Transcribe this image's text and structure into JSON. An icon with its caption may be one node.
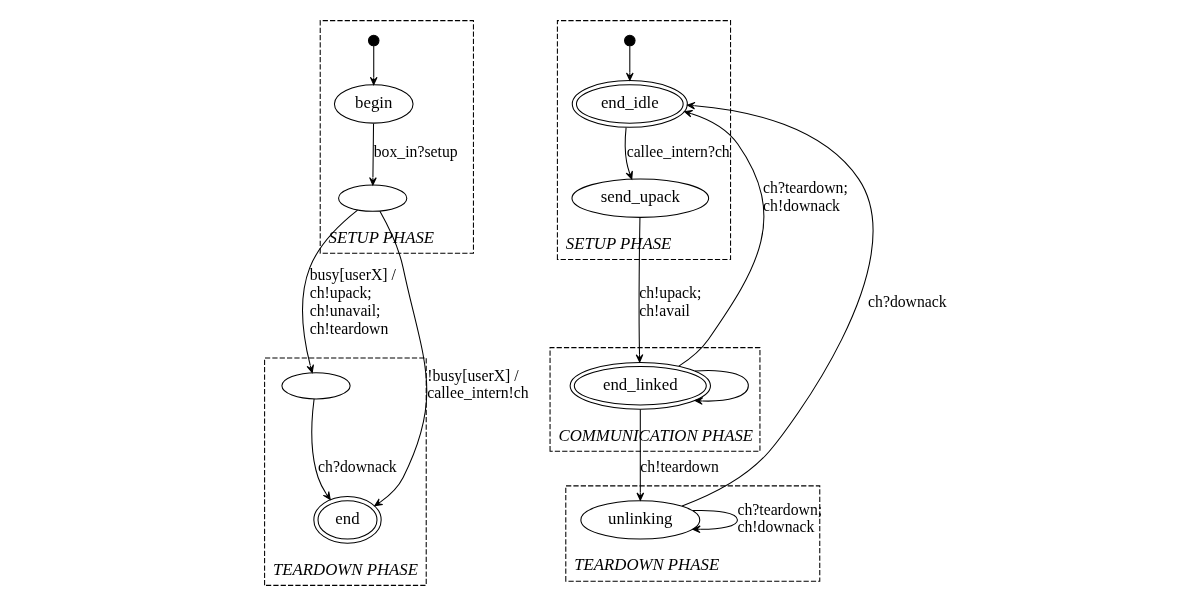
{
  "diagram": {
    "nodes": [
      {
        "text": [
          "SETUP PHASE"
        ]
      },
      {
        "text": [],
        "shape": "circle",
        "in": 0
      },
      {
        "text": [
          "begin"
        ],
        "in": 0
      },
      {
        "text": [],
        "shape": "ellipse",
        "in": 0
      },
      {
        "text": [
          "TEARDOWN PHASE"
        ]
      },
      {
        "text": [],
        "shape": "ellipse",
        "in": 4
      },
      {
        "text": [
          "end"
        ],
        "in": 4
      },
      {
        "text": [
          "SETUP PHASE"
        ]
      },
      {
        "text": [],
        "shape": "circle",
        "in": 7
      },
      {
        "text": [
          "end_idle"
        ],
        "in": 7
      },
      {
        "text": [
          "send_upack"
        ],
        "in": 7
      },
      {
        "text": [
          "COMMUNICATION PHASE"
        ]
      },
      {
        "text": [
          "end_linked"
        ],
        "in": 11
      },
      {
        "text": [
          "TEARDOWN PHASE"
        ]
      },
      {
        "text": [
          "unlinking"
        ],
        "in": 13
      }
    ],
    "edges": [
      {
        "from": 1,
        "to": 2,
        "arrow": "to"
      },
      {
        "from": 2,
        "to": 3,
        "arrow": "to",
        "label": "box_in?setup"
      },
      {
        "from": 3,
        "to": 5,
        "arrow": "to",
        "label": "busy[userX] / ch!upack; ch!unavail; ch!teardown"
      },
      {
        "from": 3,
        "to": 6,
        "arrow": "to",
        "label": "!busy[userX] / callee_intern!ch"
      },
      {
        "from": 5,
        "to": 6,
        "arrow": "to",
        "label": "ch?downack"
      },
      {
        "from": 8,
        "to": 9,
        "arrow": "to"
      },
      {
        "from": 9,
        "to": 10,
        "arrow": "to",
        "label": "callee_intern?ch"
      },
      {
        "from": 10,
        "to": 12,
        "arrow": "to",
        "label": "ch!upack; ch!avail"
      },
      {
        "from": 12,
        "to": 9,
        "arrow": "to",
        "label": "ch?teardown; ch!downack"
      },
      {
        "from": 12,
        "to": 12,
        "arrow": "to"
      },
      {
        "from": 12,
        "to": 14,
        "arrow": "to",
        "label": "ch!teardown"
      },
      {
        "from": 14,
        "to": 9,
        "arrow": "to",
        "label": "ch?downack"
      },
      {
        "from": 14,
        "to": 14,
        "arrow": "to",
        "label": "ch?teardown; ch!downack"
      }
    ]
  }
}
